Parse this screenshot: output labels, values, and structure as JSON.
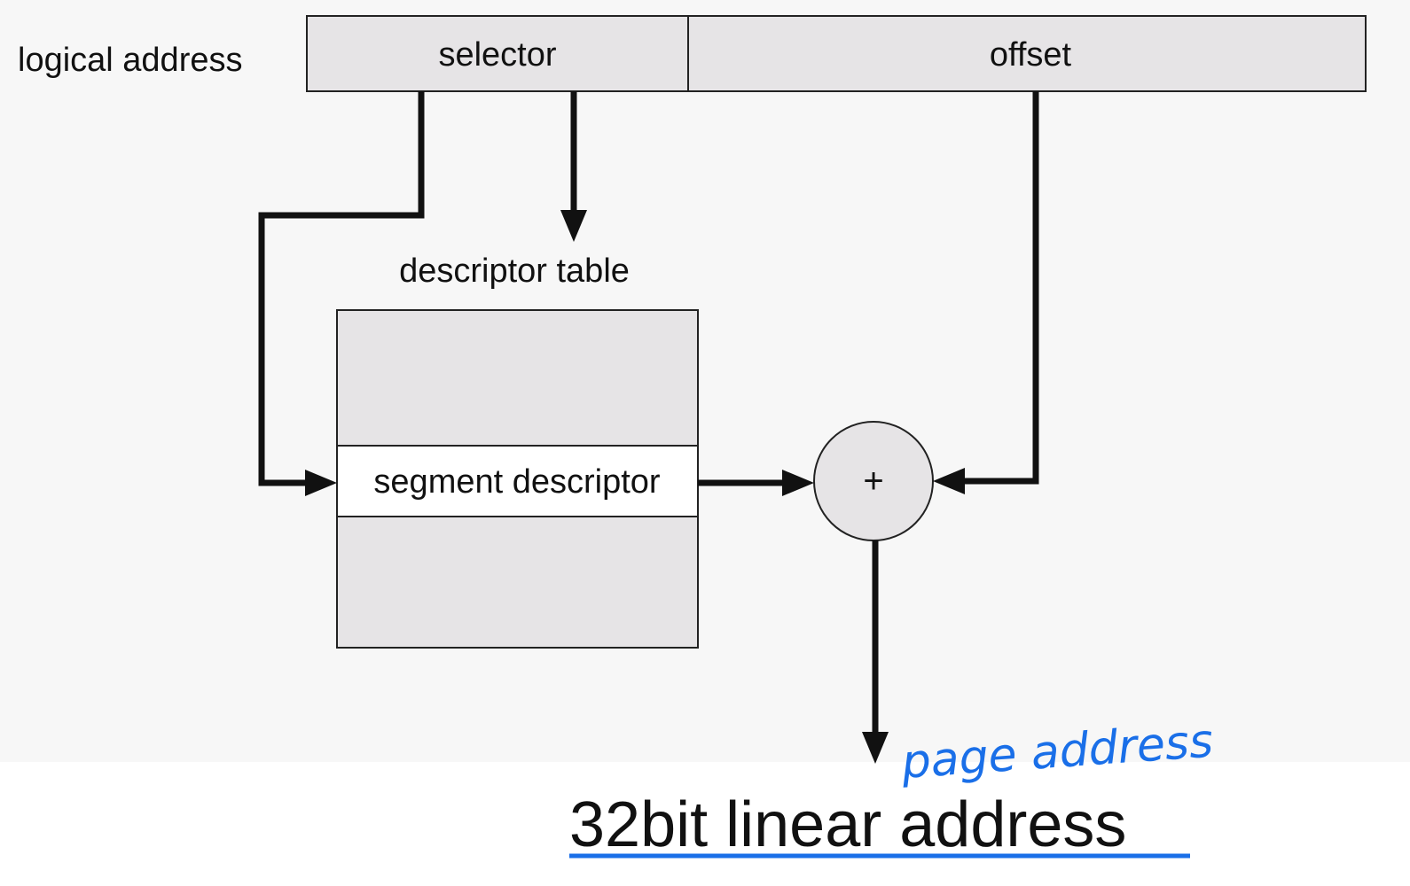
{
  "diagram": {
    "logical_address_label": "logical address",
    "selector_label": "selector",
    "offset_label": "offset",
    "descriptor_table_label": "descriptor table",
    "segment_descriptor_label": "segment descriptor",
    "adder_symbol": "+",
    "output_label": "32bit linear address",
    "handwritten_note": "page address"
  },
  "colors": {
    "box_fill": "#e6e4e6",
    "background_panel": "#f7f7f7",
    "line": "#111111",
    "annotation_blue": "#1a6fe8"
  }
}
